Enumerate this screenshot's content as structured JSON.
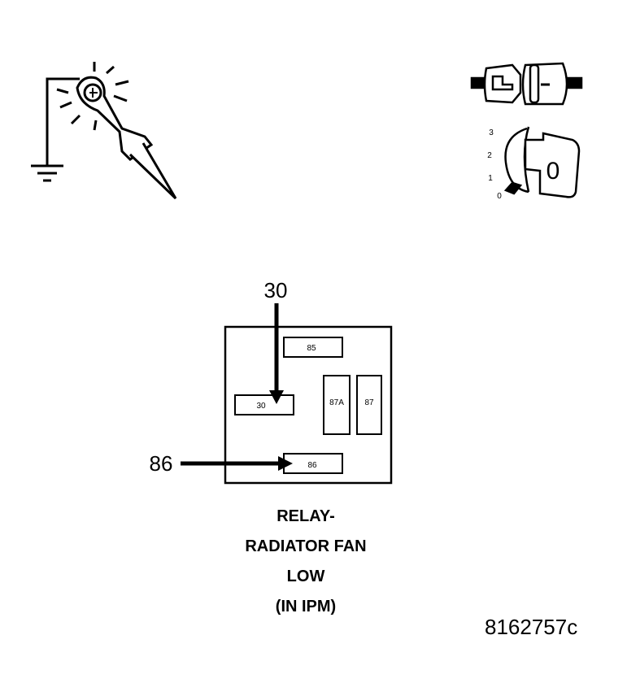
{
  "relay_pins": {
    "p85": "85",
    "p30": "30",
    "p87a": "87A",
    "p87": "87",
    "p86": "86"
  },
  "callouts": {
    "top": "30",
    "left": "86"
  },
  "ignition_positions": [
    "3",
    "2",
    "1",
    "0"
  ],
  "ignition_key_label": "0",
  "caption": {
    "line1": "RELAY-",
    "line2": "RADIATOR FAN",
    "line3": "LOW",
    "line4": "(IN IPM)"
  },
  "figure_id": "8162757c"
}
